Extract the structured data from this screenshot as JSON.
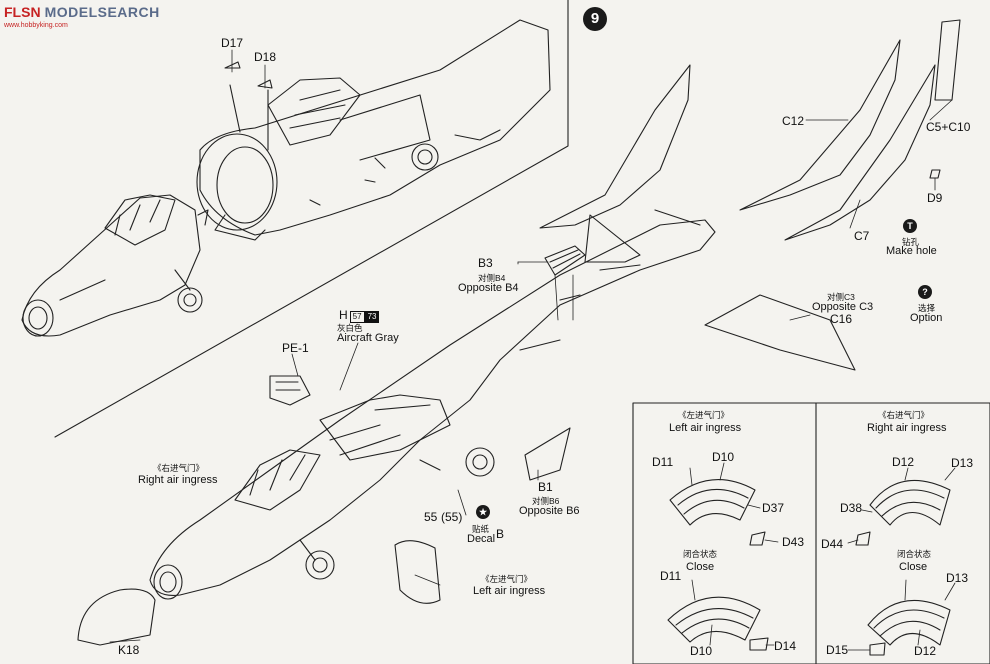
{
  "watermark": {
    "logo": "FLSN",
    "brand": "MODELSEARCH",
    "url": "www.hobbyking.com"
  },
  "step_number": "9",
  "paint_callout": {
    "code": "H",
    "box1": "57",
    "box2": "73",
    "name_cn": "灰白色",
    "name_en": "Aircraft Gray"
  },
  "parts": {
    "d17": "D17",
    "d18": "D18",
    "pe1": "PE-1",
    "b3": "B3",
    "b4_cn": "对侧B4",
    "b4_en": "Opposite B4",
    "c12": "C12",
    "c5c10": "C5+C10",
    "d9": "D9",
    "c7": "C7",
    "c3_cn": "对侧C3",
    "c3_en": "Opposite C3",
    "c16": "C16",
    "b1": "B1",
    "b6_cn": "对侧B6",
    "b6_en": "Opposite B6",
    "k18": "K18",
    "p55": "55",
    "p55b": "(55)",
    "decal_cn": "贴纸",
    "decal_en": "Decal",
    "decal_b": "B"
  },
  "annotations": {
    "right_air_cn": "《右进气门》",
    "right_air_en": "Right air ingress",
    "left_air_cn": "《左进气门》",
    "left_air_en": "Left air ingress",
    "make_hole_cn": "钻孔",
    "make_hole_en": "Make hole",
    "option_cn": "选择",
    "option_en": "Option"
  },
  "left_panel": {
    "title_cn": "《左进气门》",
    "title_en": "Left air ingress",
    "parts": {
      "d11": "D11",
      "d10": "D10",
      "d37": "D37",
      "d43": "D43",
      "d14": "D14"
    },
    "close_cn": "闭合状态",
    "close_en": "Close"
  },
  "right_panel": {
    "title_cn": "《右进气门》",
    "title_en": "Right air ingress",
    "parts": {
      "d12": "D12",
      "d13": "D13",
      "d38": "D38",
      "d44": "D44",
      "d15": "D15"
    },
    "close_cn": "闭合状态",
    "close_en": "Close"
  }
}
